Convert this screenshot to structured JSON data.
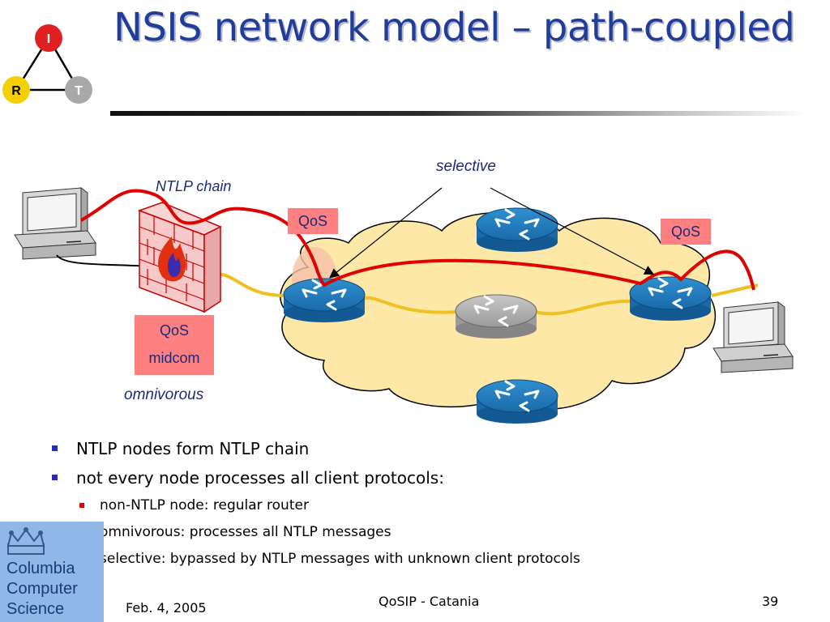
{
  "slide": {
    "title": "NSIS network model – path-coupled",
    "logo_triangle": {
      "top": "I",
      "left": "R",
      "right": "T"
    }
  },
  "diagram": {
    "label_ntlp_chain": "NTLP chain",
    "label_selective": "selective",
    "label_omnivorous": "omnivorous",
    "qos_left": "QoS",
    "qos_right": "QoS",
    "qos_midcom_line1": "QoS",
    "qos_midcom_line2": "midcom",
    "colors": {
      "signaling_path": "#e00000",
      "data_path": "#f0c020",
      "cloud": "#fde8a8",
      "router": "#1e73b8",
      "regular_router": "#a0a0a0",
      "qos_box": "#ff8080"
    }
  },
  "bullets": {
    "items": [
      {
        "text": "NTLP nodes form NTLP chain"
      },
      {
        "text": "not every node processes all client protocols:"
      }
    ],
    "subitems": [
      {
        "text": "non-NTLP node: regular router"
      },
      {
        "text": "omnivorous: processes all NTLP messages"
      },
      {
        "text": "selective: bypassed by NTLP messages with unknown client protocols"
      }
    ]
  },
  "footer": {
    "logo_text": [
      "Columbia",
      "Computer",
      "Science"
    ],
    "date": "Feb. 4, 2005",
    "center": "QoSIP - Catania",
    "page": "39"
  }
}
